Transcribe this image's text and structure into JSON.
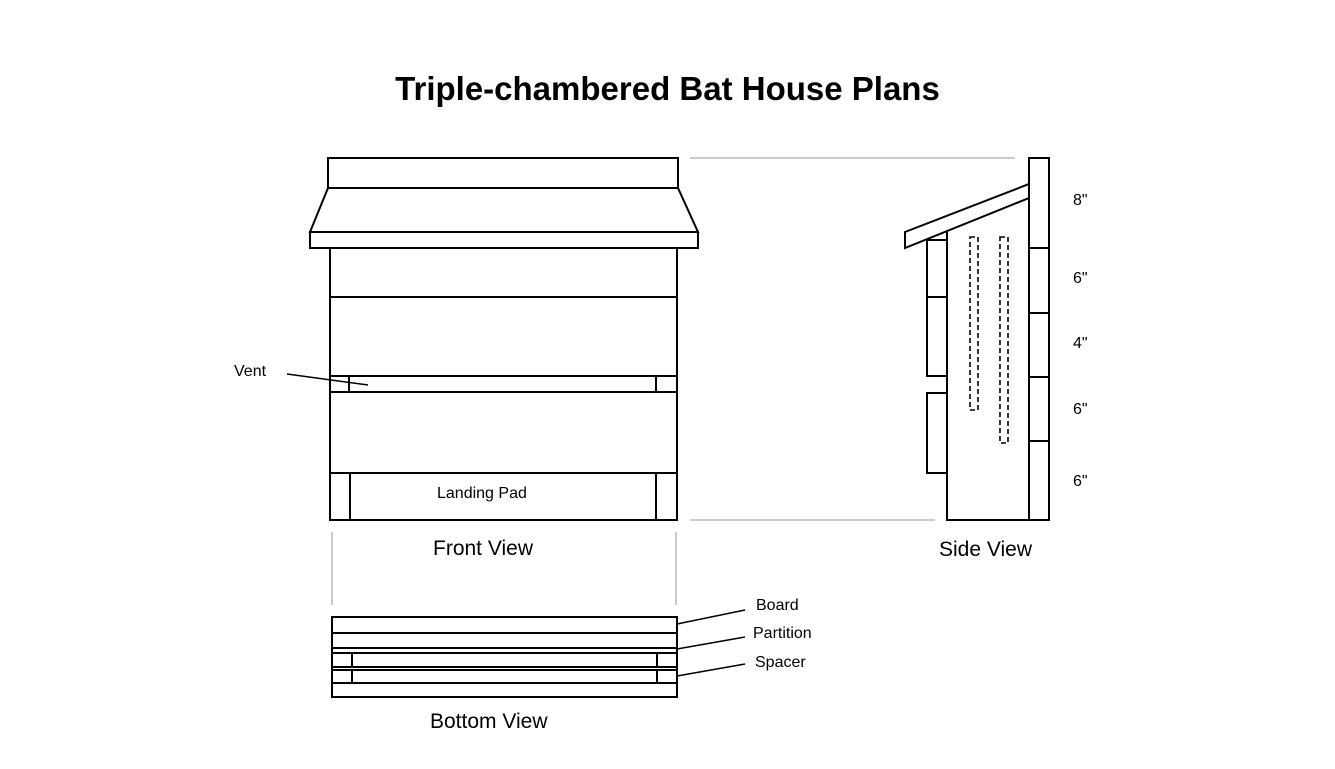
{
  "title": "Triple-chambered Bat House Plans",
  "front_view": {
    "caption": "Front View",
    "vent_label": "Vent",
    "landing_pad_label": "Landing Pad"
  },
  "side_view": {
    "caption": "Side View",
    "dimensions": [
      "8\"",
      "6\"",
      "4\"",
      "6\"",
      "6\""
    ]
  },
  "bottom_view": {
    "caption": "Bottom View",
    "board_label": "Board",
    "partition_label": "Partition",
    "spacer_label": "Spacer"
  }
}
